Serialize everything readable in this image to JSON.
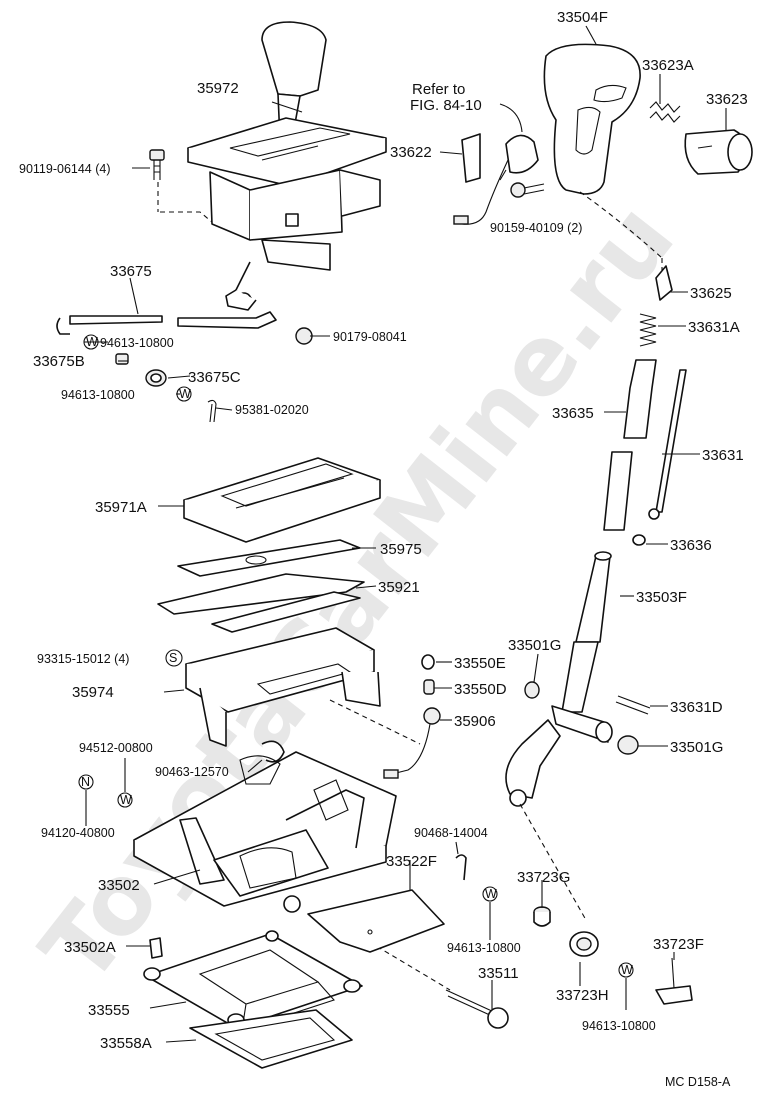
{
  "figure_code": "MC  D158-A",
  "watermark": "ToyotaCarMine.ru",
  "reference": {
    "line1": "Refer to",
    "line2": "FIG. 84-10"
  },
  "parts": {
    "p33504F": "33504F",
    "p33623A": "33623A",
    "p33623": "33623",
    "p35972": "35972",
    "p90119": "90119-06144 (4)",
    "p33622": "33622",
    "p90159": "90159-40109 (2)",
    "p33675": "33675",
    "p94613a": "94613-10800",
    "p33675B": "33675B",
    "p33675C": "33675C",
    "p94613b": "94613-10800",
    "p95381": "95381-02020",
    "p90179": "90179-08041",
    "p33625": "33625",
    "p33631A": "33631A",
    "p33635": "33635",
    "p33631": "33631",
    "p35971A": "35971A",
    "p35975": "35975",
    "p35921": "35921",
    "p33636": "33636",
    "p33503F": "33503F",
    "p93315": "93315-15012 (4)",
    "p35974": "35974",
    "p33550E": "33550E",
    "p33550D": "33550D",
    "p33501Ga": "33501G",
    "p35906": "35906",
    "p33631D": "33631D",
    "p33501Gb": "33501G",
    "p94512": "94512-00800",
    "p90463": "90463-12570",
    "p94120": "94120-40800",
    "p90468": "90468-14004",
    "p33502": "33502",
    "p33522F": "33522F",
    "p33723G": "33723G",
    "p94613c": "94613-10800",
    "p33502A": "33502A",
    "p33511": "33511",
    "p33723F": "33723F",
    "p33723H": "33723H",
    "p94613d": "94613-10800",
    "p33555": "33555",
    "p33558A": "33558A"
  },
  "symbols": {
    "washer": "W",
    "screw": "S",
    "nut": "N"
  }
}
